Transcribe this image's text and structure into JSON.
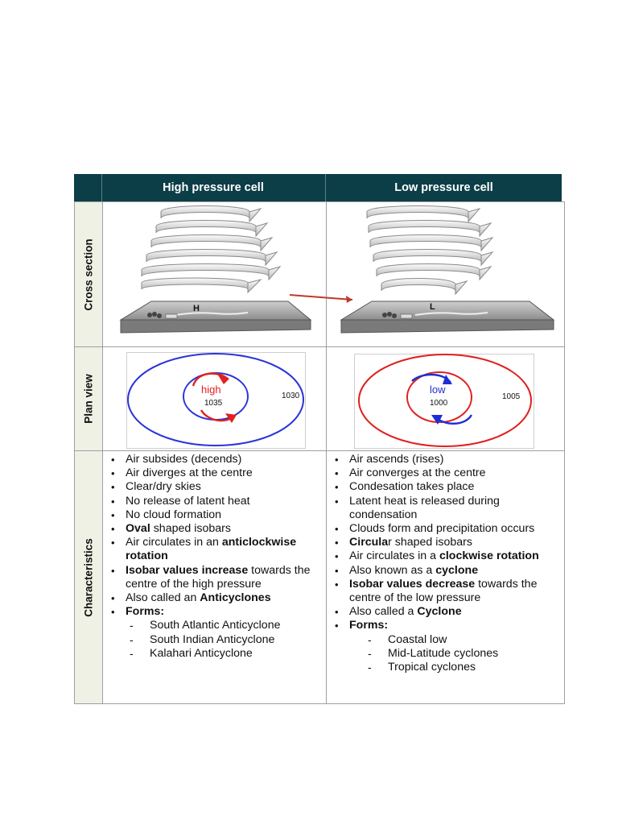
{
  "table": {
    "headers": [
      "High pressure cell",
      "Low pressure cell"
    ],
    "row_labels": [
      "Cross section",
      "Plan view",
      "Characteristics"
    ]
  },
  "cross_section": {
    "high_label": "H",
    "low_label": "L"
  },
  "plan_view": {
    "high": {
      "center_label": "high",
      "inner_value": "1035",
      "outer_value": "1030",
      "isobar_color": "#2a35d8",
      "arrow_color": "#e0211f"
    },
    "low": {
      "center_label": "low",
      "inner_value": "1000",
      "outer_value": "1005",
      "isobar_color": "#e0211f",
      "arrow_color": "#1d2ed6"
    }
  },
  "characteristics": {
    "high": [
      {
        "parts": [
          {
            "t": "Air subsides (decends)"
          }
        ]
      },
      {
        "parts": [
          {
            "t": "Air diverges at the centre"
          }
        ]
      },
      {
        "parts": [
          {
            "t": "Clear/dry skies"
          }
        ]
      },
      {
        "parts": [
          {
            "t": "No release of latent heat"
          }
        ]
      },
      {
        "parts": [
          {
            "t": "No cloud formation"
          }
        ]
      },
      {
        "parts": [
          {
            "t": "Oval",
            "b": true
          },
          {
            "t": " shaped isobars"
          }
        ]
      },
      {
        "parts": [
          {
            "t": "Air circulates in an "
          },
          {
            "t": "anticlockwise rotation",
            "b": true
          }
        ]
      },
      {
        "parts": [
          {
            "t": "Isobar values increase",
            "b": true
          },
          {
            "t": " towards the centre of the high pressure"
          }
        ]
      },
      {
        "parts": [
          {
            "t": "Also called an "
          },
          {
            "t": "Anticyclones",
            "b": true
          }
        ]
      },
      {
        "parts": [
          {
            "t": "Forms:",
            "b": true
          }
        ],
        "sub": [
          "South Atlantic Anticyclone",
          "South Indian Anticyclone",
          "Kalahari Anticyclone"
        ],
        "sub_indent": 0
      }
    ],
    "low": [
      {
        "parts": [
          {
            "t": "Air ascends (rises)"
          }
        ]
      },
      {
        "parts": [
          {
            "t": "Air converges at the centre"
          }
        ]
      },
      {
        "parts": [
          {
            "t": "Condesation takes place"
          }
        ]
      },
      {
        "parts": [
          {
            "t": "Latent heat is released during condensation"
          }
        ]
      },
      {
        "parts": [
          {
            "t": "Clouds form and precipitation occurs"
          }
        ]
      },
      {
        "parts": [
          {
            "t": "Circula",
            "b": true
          },
          {
            "t": "r shaped isobars"
          }
        ]
      },
      {
        "parts": [
          {
            "t": "Air circulates in a "
          },
          {
            "t": "clockwise rotation",
            "b": true
          }
        ]
      },
      {
        "parts": [
          {
            "t": "Also known as a "
          },
          {
            "t": "cyclone",
            "b": true
          }
        ]
      },
      {
        "parts": [
          {
            "t": "Isobar values decrease",
            "b": true
          },
          {
            "t": " towards the centre of the low pressure"
          }
        ]
      },
      {
        "parts": [
          {
            "t": "Also called a "
          },
          {
            "t": "Cyclone",
            "b": true
          }
        ]
      },
      {
        "parts": [
          {
            "t": "Forms:",
            "b": true
          }
        ],
        "sub": [
          "Coastal low",
          "Mid-Latitude cyclones",
          "Tropical cyclones"
        ],
        "sub_indent": 18
      }
    ]
  }
}
